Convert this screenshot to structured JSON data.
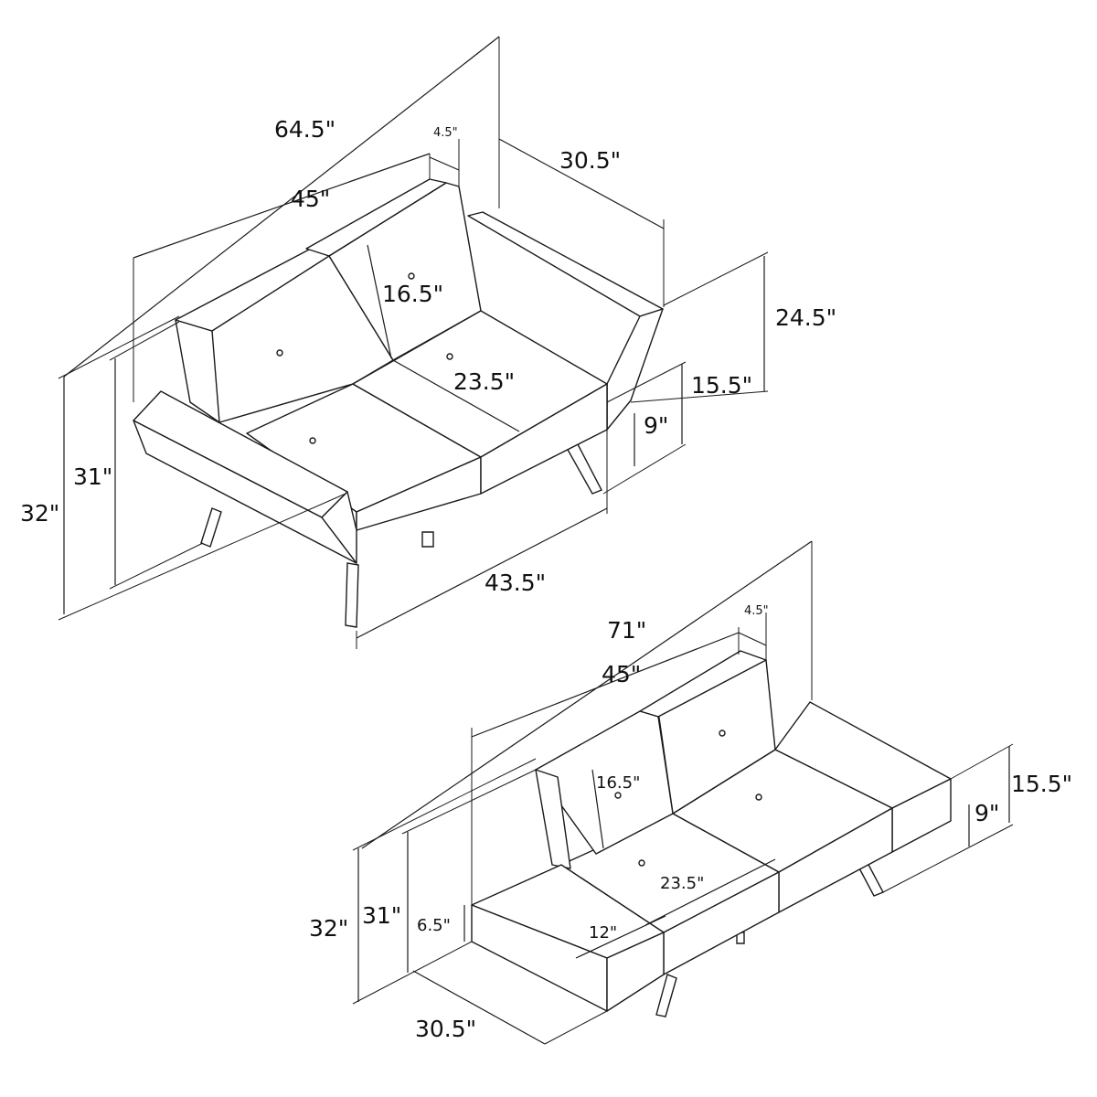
{
  "top_view": {
    "width_overall": "64.5\"",
    "back_width": "45\"",
    "back_thickness": "4.5\"",
    "depth": "30.5\"",
    "back_height": "16.5\"",
    "seat_depth": "23.5\"",
    "total_height": "24.5\"",
    "seat_height": "15.5\"",
    "leg_height": "9\"",
    "arm_height_outer": "32\"",
    "arm_height_inner": "31\"",
    "base_width": "43.5\""
  },
  "bottom_view": {
    "width_overall": "71\"",
    "back_width": "45\"",
    "back_thickness": "4.5\"",
    "back_height": "16.5\"",
    "seat_depth": "23.5\"",
    "arm_depth": "12\"",
    "seat_height": "15.5\"",
    "leg_height": "9\"",
    "height_outer": "32\"",
    "height_inner": "31\"",
    "arm_thickness": "6.5\"",
    "depth": "30.5\""
  }
}
